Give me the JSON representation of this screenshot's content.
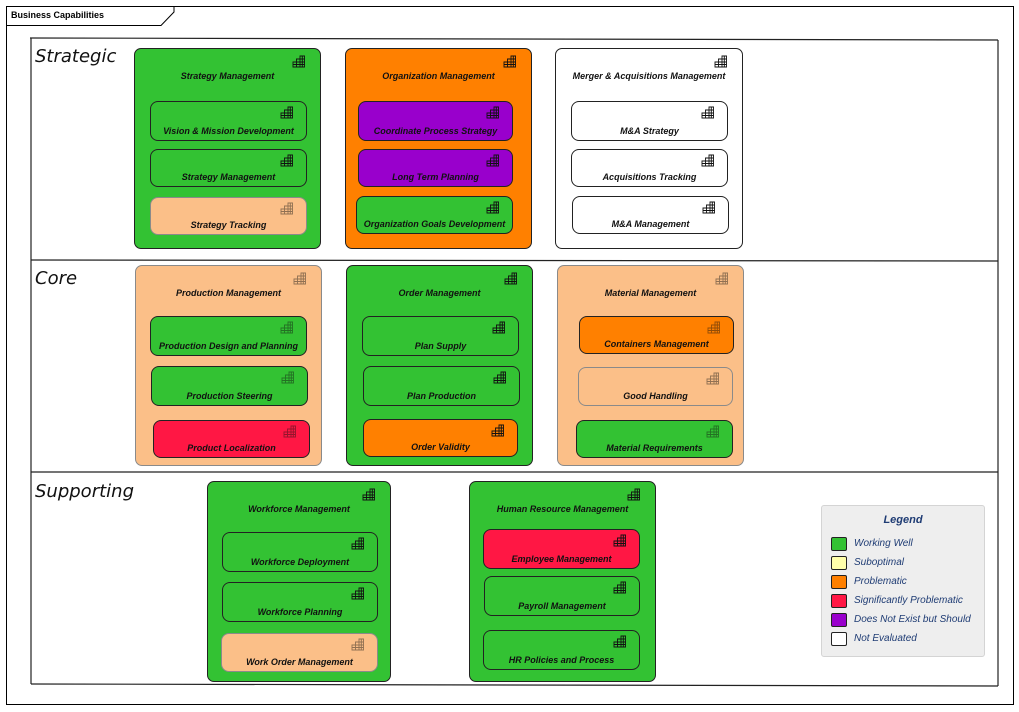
{
  "diagram": {
    "title": "Business Capabilities",
    "lanes": [
      "Strategic",
      "Core",
      "Supporting"
    ]
  },
  "colors": {
    "working_well": "#33c233",
    "suboptimal": "#ffffaa",
    "problematic": "#ff8000",
    "significantly_problematic": "#ff1744",
    "does_not_exist": "#9900cc",
    "not_evaluated": "#ffffff",
    "problematic_light": "#fbbf88"
  },
  "groups": [
    {
      "title": "Strategy Management",
      "status": "working_well",
      "capabilities": [
        {
          "label": "Vision & Mission Development",
          "status": "working_well"
        },
        {
          "label": "Strategy Management",
          "status": "working_well"
        },
        {
          "label": "Strategy Tracking",
          "status": "problematic_light"
        }
      ]
    },
    {
      "title": "Organization Management",
      "status": "problematic",
      "capabilities": [
        {
          "label": "Coordinate Process Strategy",
          "status": "does_not_exist"
        },
        {
          "label": "Long Term Planning",
          "status": "does_not_exist"
        },
        {
          "label": "Organization Goals Development",
          "status": "working_well"
        }
      ]
    },
    {
      "title": "Merger & Acquisitions Management",
      "status": "not_evaluated",
      "capabilities": [
        {
          "label": "M&A Strategy",
          "status": "not_evaluated"
        },
        {
          "label": "Acquisitions Tracking",
          "status": "not_evaluated"
        },
        {
          "label": "M&A Management",
          "status": "not_evaluated"
        }
      ]
    },
    {
      "title": "Production Management",
      "status": "problematic_light",
      "capabilities": [
        {
          "label": "Production Design and Planning",
          "status": "working_well"
        },
        {
          "label": "Production Steering",
          "status": "working_well"
        },
        {
          "label": "Product Localization",
          "status": "significantly_problematic"
        }
      ]
    },
    {
      "title": "Order Management",
      "status": "working_well",
      "capabilities": [
        {
          "label": "Plan Supply",
          "status": "working_well"
        },
        {
          "label": "Plan Production",
          "status": "working_well"
        },
        {
          "label": "Order Validity",
          "status": "problematic"
        }
      ]
    },
    {
      "title": "Material Management",
      "status": "problematic_light",
      "capabilities": [
        {
          "label": "Containers Management",
          "status": "problematic"
        },
        {
          "label": "Good Handling",
          "status": "problematic_light"
        },
        {
          "label": "Material Requirements",
          "status": "working_well"
        }
      ]
    },
    {
      "title": "Workforce Management",
      "status": "working_well",
      "capabilities": [
        {
          "label": "Workforce Deployment",
          "status": "working_well"
        },
        {
          "label": "Workforce Planning",
          "status": "working_well"
        },
        {
          "label": "Work Order Management",
          "status": "problematic_light"
        }
      ]
    },
    {
      "title": "Human Resource Management",
      "status": "working_well",
      "capabilities": [
        {
          "label": "Employee Management",
          "status": "significantly_problematic"
        },
        {
          "label": "Payroll Management",
          "status": "working_well"
        },
        {
          "label": "HR Policies and Process",
          "status": "working_well"
        }
      ]
    }
  ],
  "legend": {
    "title": "Legend",
    "items": [
      {
        "label": "Working Well",
        "status": "working_well"
      },
      {
        "label": "Suboptimal",
        "status": "suboptimal"
      },
      {
        "label": "Problematic",
        "status": "problematic"
      },
      {
        "label": "Significantly Problematic",
        "status": "significantly_problematic"
      },
      {
        "label": "Does Not Exist but Should",
        "status": "does_not_exist"
      },
      {
        "label": "Not Evaluated",
        "status": "not_evaluated"
      }
    ]
  }
}
